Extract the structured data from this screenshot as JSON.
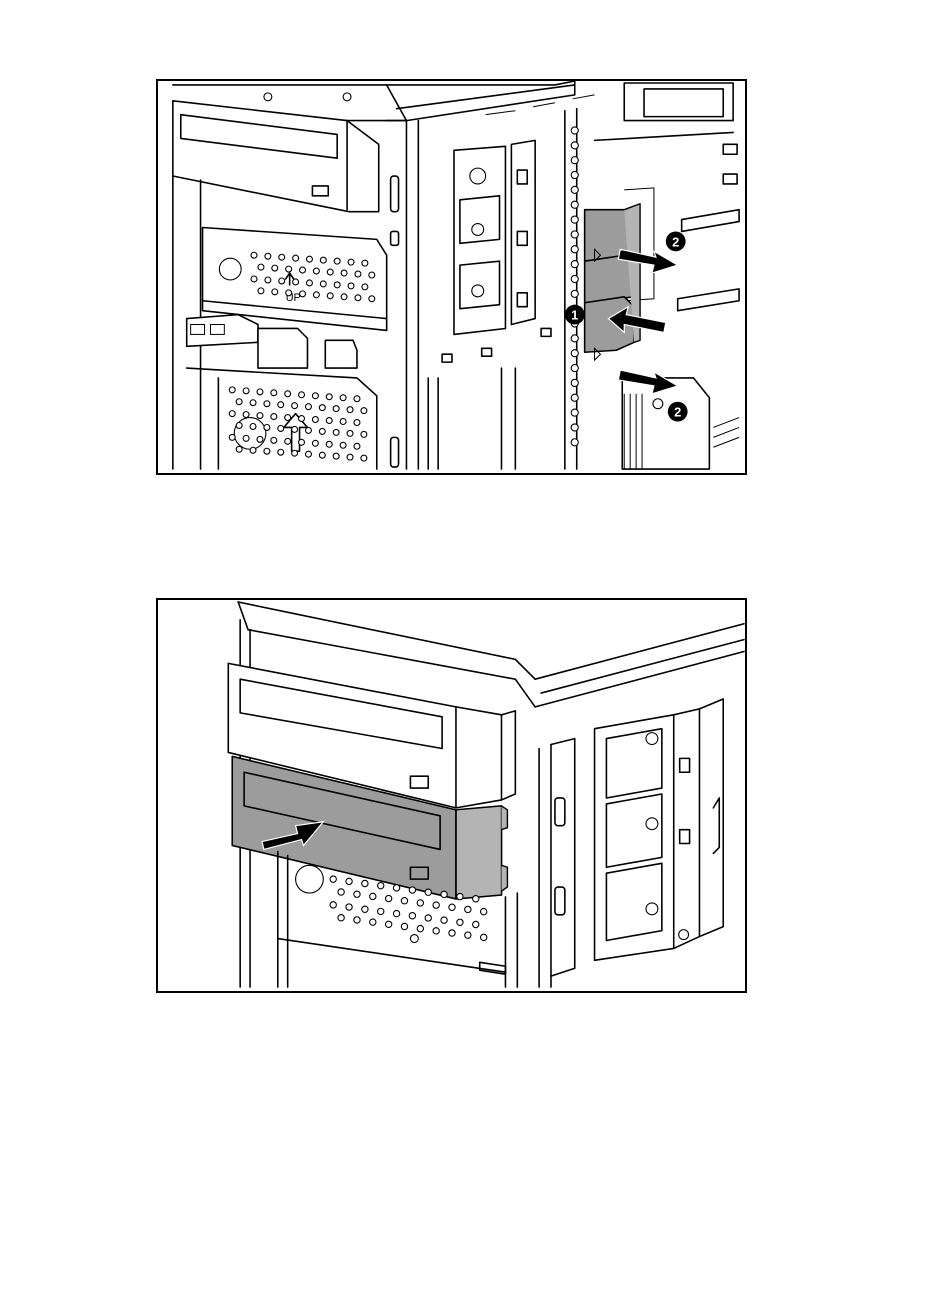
{
  "figure_1": {
    "callouts": [
      "1",
      "2",
      "2"
    ],
    "labels": {
      "bay_marker": "UP"
    }
  },
  "figure_2": {
    "callouts": []
  },
  "colors": {
    "line": "#000000",
    "shaded_part": "#9c9c9c",
    "background": "#ffffff"
  }
}
